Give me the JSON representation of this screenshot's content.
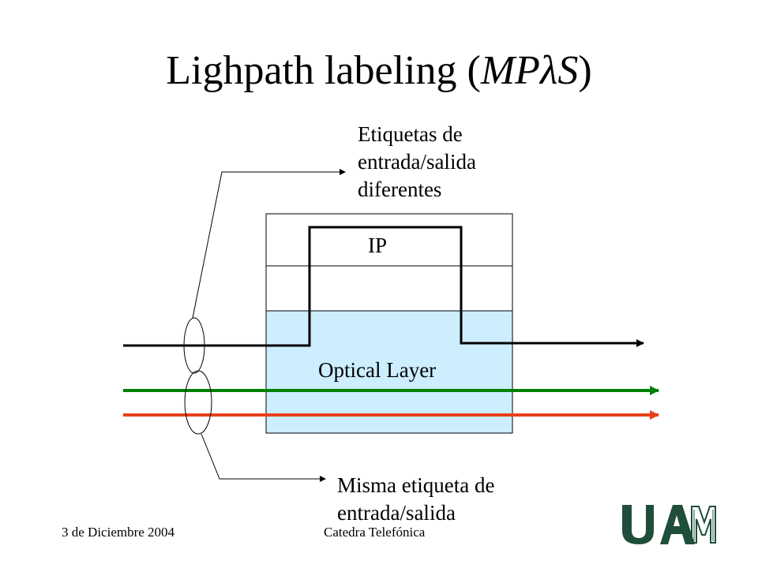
{
  "slide": {
    "title_prefix": "Lighpath labeling (",
    "title_italic": "MPλS",
    "title_suffix": ")"
  },
  "annotations": {
    "top_lines": [
      "Etiquetas de",
      "entrada/salida",
      "diferentes"
    ],
    "bottom_lines": [
      "Misma etiqueta de",
      "entrada/salida"
    ]
  },
  "diagram": {
    "ip_layer_label": "IP",
    "optical_layer_label": "Optical Layer",
    "colors": {
      "optical_fill": "#cceeff",
      "box_stroke": "#000000",
      "lightpath_black": "#000000",
      "lightpath_green": "#008000",
      "lightpath_red": "#e8401a"
    }
  },
  "footer": {
    "date": "3 de Diciembre 2004",
    "center": "Catedra Telefónica"
  },
  "logo": {
    "text": "UAM",
    "color": "#1f4f3a"
  }
}
